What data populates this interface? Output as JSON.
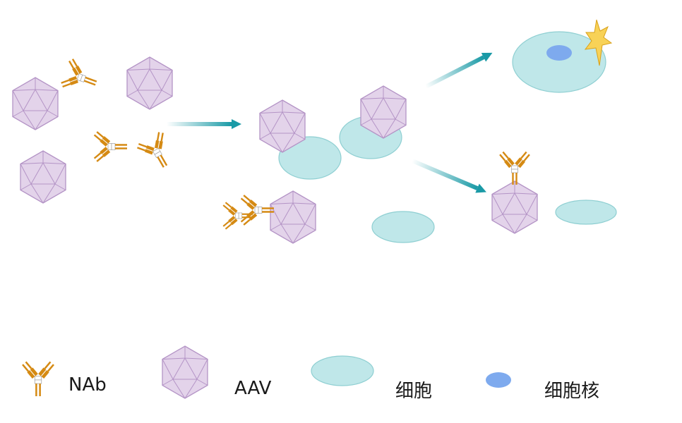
{
  "legend": {
    "nab": "NAb",
    "aav": "AAV",
    "cell": "细胞",
    "nucleus": "细胞核"
  },
  "colors": {
    "aav_fill": "#e3d3ea",
    "aav_stroke": "#b494c6",
    "cell_fill": "#bfe7e9",
    "cell_stroke": "#8fcfd2",
    "nucleus_fill": "#7eaaee",
    "antibody": "#d58a13",
    "arrow": "#1a9aa6",
    "star_fill": "#f8d257",
    "star_stroke": "#d9a11a"
  }
}
